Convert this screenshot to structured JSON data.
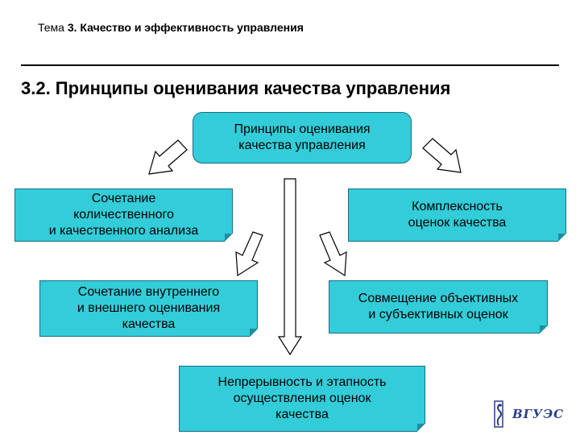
{
  "header": {
    "topic_prefix": "Тема ",
    "topic_bold": "3. Качество и эффективность управления",
    "title": "3.2. Принципы оценивания качества управления"
  },
  "nodes": {
    "center": "Принципы оценивания\nкачества управления",
    "left_top": "Сочетание\nколичественного\nи качественного анализа",
    "right_top": "Комплексность\nоценок качества",
    "left_mid": "Сочетание внутреннего\nи внешнего оценивания\nкачества",
    "right_mid": "Совмещение объективных\nи субъективных оценок",
    "bottom": "Непрерывность и этапность\nосуществления оценок\nкачества"
  },
  "logo": {
    "text": "ВГУЭС",
    "icon": "seahorse-logo-icon"
  },
  "colors": {
    "box_fill": "#33ccd9",
    "box_border": "#1b6c86",
    "logo": "#2a3d8f"
  }
}
